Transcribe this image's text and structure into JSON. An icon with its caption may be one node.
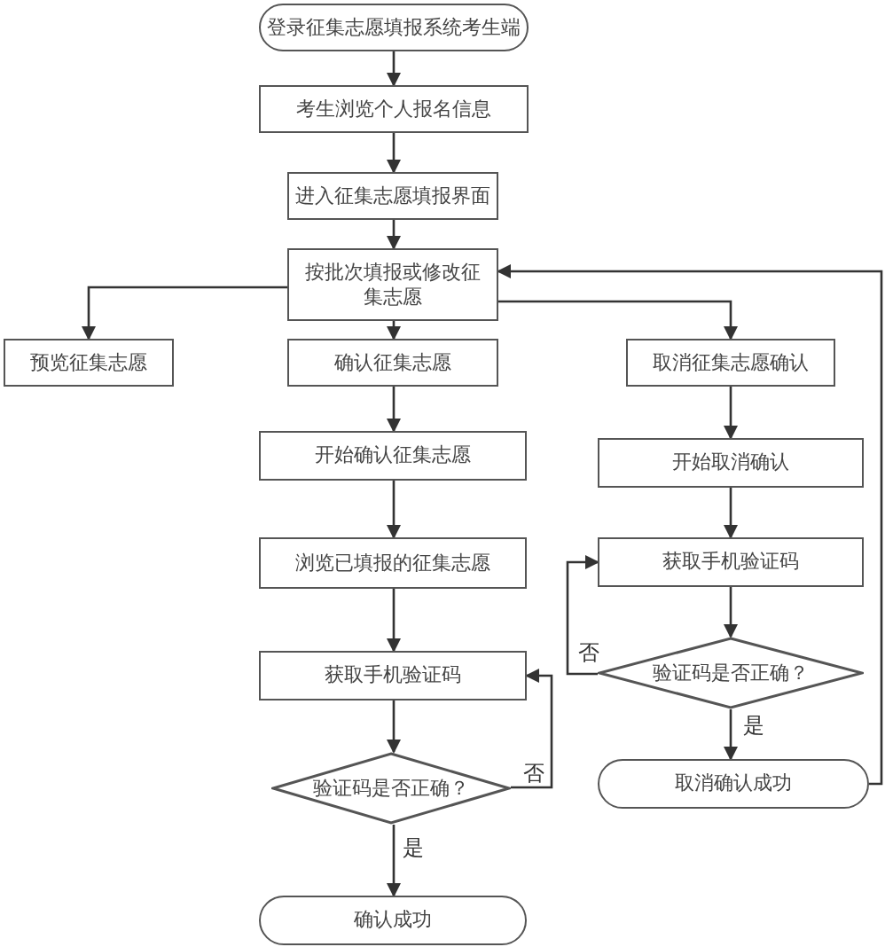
{
  "diagram": {
    "nodes": [
      {
        "text": [
          "登录征集志愿填报系统考生端"
        ]
      },
      {
        "text": [
          "考生浏览个人报名信息"
        ]
      },
      {
        "text": [
          "进入征集志愿填报界面"
        ]
      },
      {
        "text": [
          "按批次填报或修改征集志愿"
        ]
      },
      {
        "text": [
          "预览征集志愿"
        ]
      },
      {
        "text": [
          "确认征集志愿"
        ]
      },
      {
        "text": [
          "取消征集志愿确认"
        ]
      },
      {
        "text": [
          "开始确认征集志愿"
        ]
      },
      {
        "text": [
          "开始取消确认"
        ]
      },
      {
        "text": [
          "浏览已填报的征集志愿"
        ]
      },
      {
        "text": [
          "获取手机验证码"
        ]
      },
      {
        "text": [
          "验证码是否正确？"
        ]
      },
      {
        "text": [
          "获取手机验证码"
        ]
      },
      {
        "text": [
          "取消确认成功"
        ]
      },
      {
        "text": [
          "验证码是否正确？"
        ]
      },
      {
        "text": [
          "确认成功"
        ]
      }
    ],
    "edges": [
      {
        "from": 0,
        "to": 1,
        "arrow": "to"
      },
      {
        "from": 1,
        "to": 2,
        "arrow": "to"
      },
      {
        "from": 2,
        "to": 3,
        "arrow": "to"
      },
      {
        "from": 3,
        "to": 4,
        "arrow": "to"
      },
      {
        "from": 3,
        "to": 5,
        "arrow": "to"
      },
      {
        "from": 3,
        "to": 6,
        "arrow": "to"
      },
      {
        "from": 5,
        "to": 7,
        "arrow": "to"
      },
      {
        "from": 7,
        "to": 9,
        "arrow": "to"
      },
      {
        "from": 9,
        "to": 12,
        "arrow": "to"
      },
      {
        "from": 12,
        "to": 14,
        "arrow": "to"
      },
      {
        "from": 14,
        "to": 12,
        "arrow": "to",
        "label": "否"
      },
      {
        "from": 14,
        "to": 15,
        "arrow": "to",
        "label": "是"
      },
      {
        "from": 6,
        "to": 8,
        "arrow": "to"
      },
      {
        "from": 8,
        "to": 10,
        "arrow": "to"
      },
      {
        "from": 10,
        "to": 11,
        "arrow": "to"
      },
      {
        "from": 11,
        "to": 10,
        "arrow": "to",
        "label": "否"
      },
      {
        "from": 11,
        "to": 13,
        "arrow": "to",
        "label": "是"
      },
      {
        "from": 13,
        "to": 3,
        "arrow": "to"
      }
    ]
  }
}
